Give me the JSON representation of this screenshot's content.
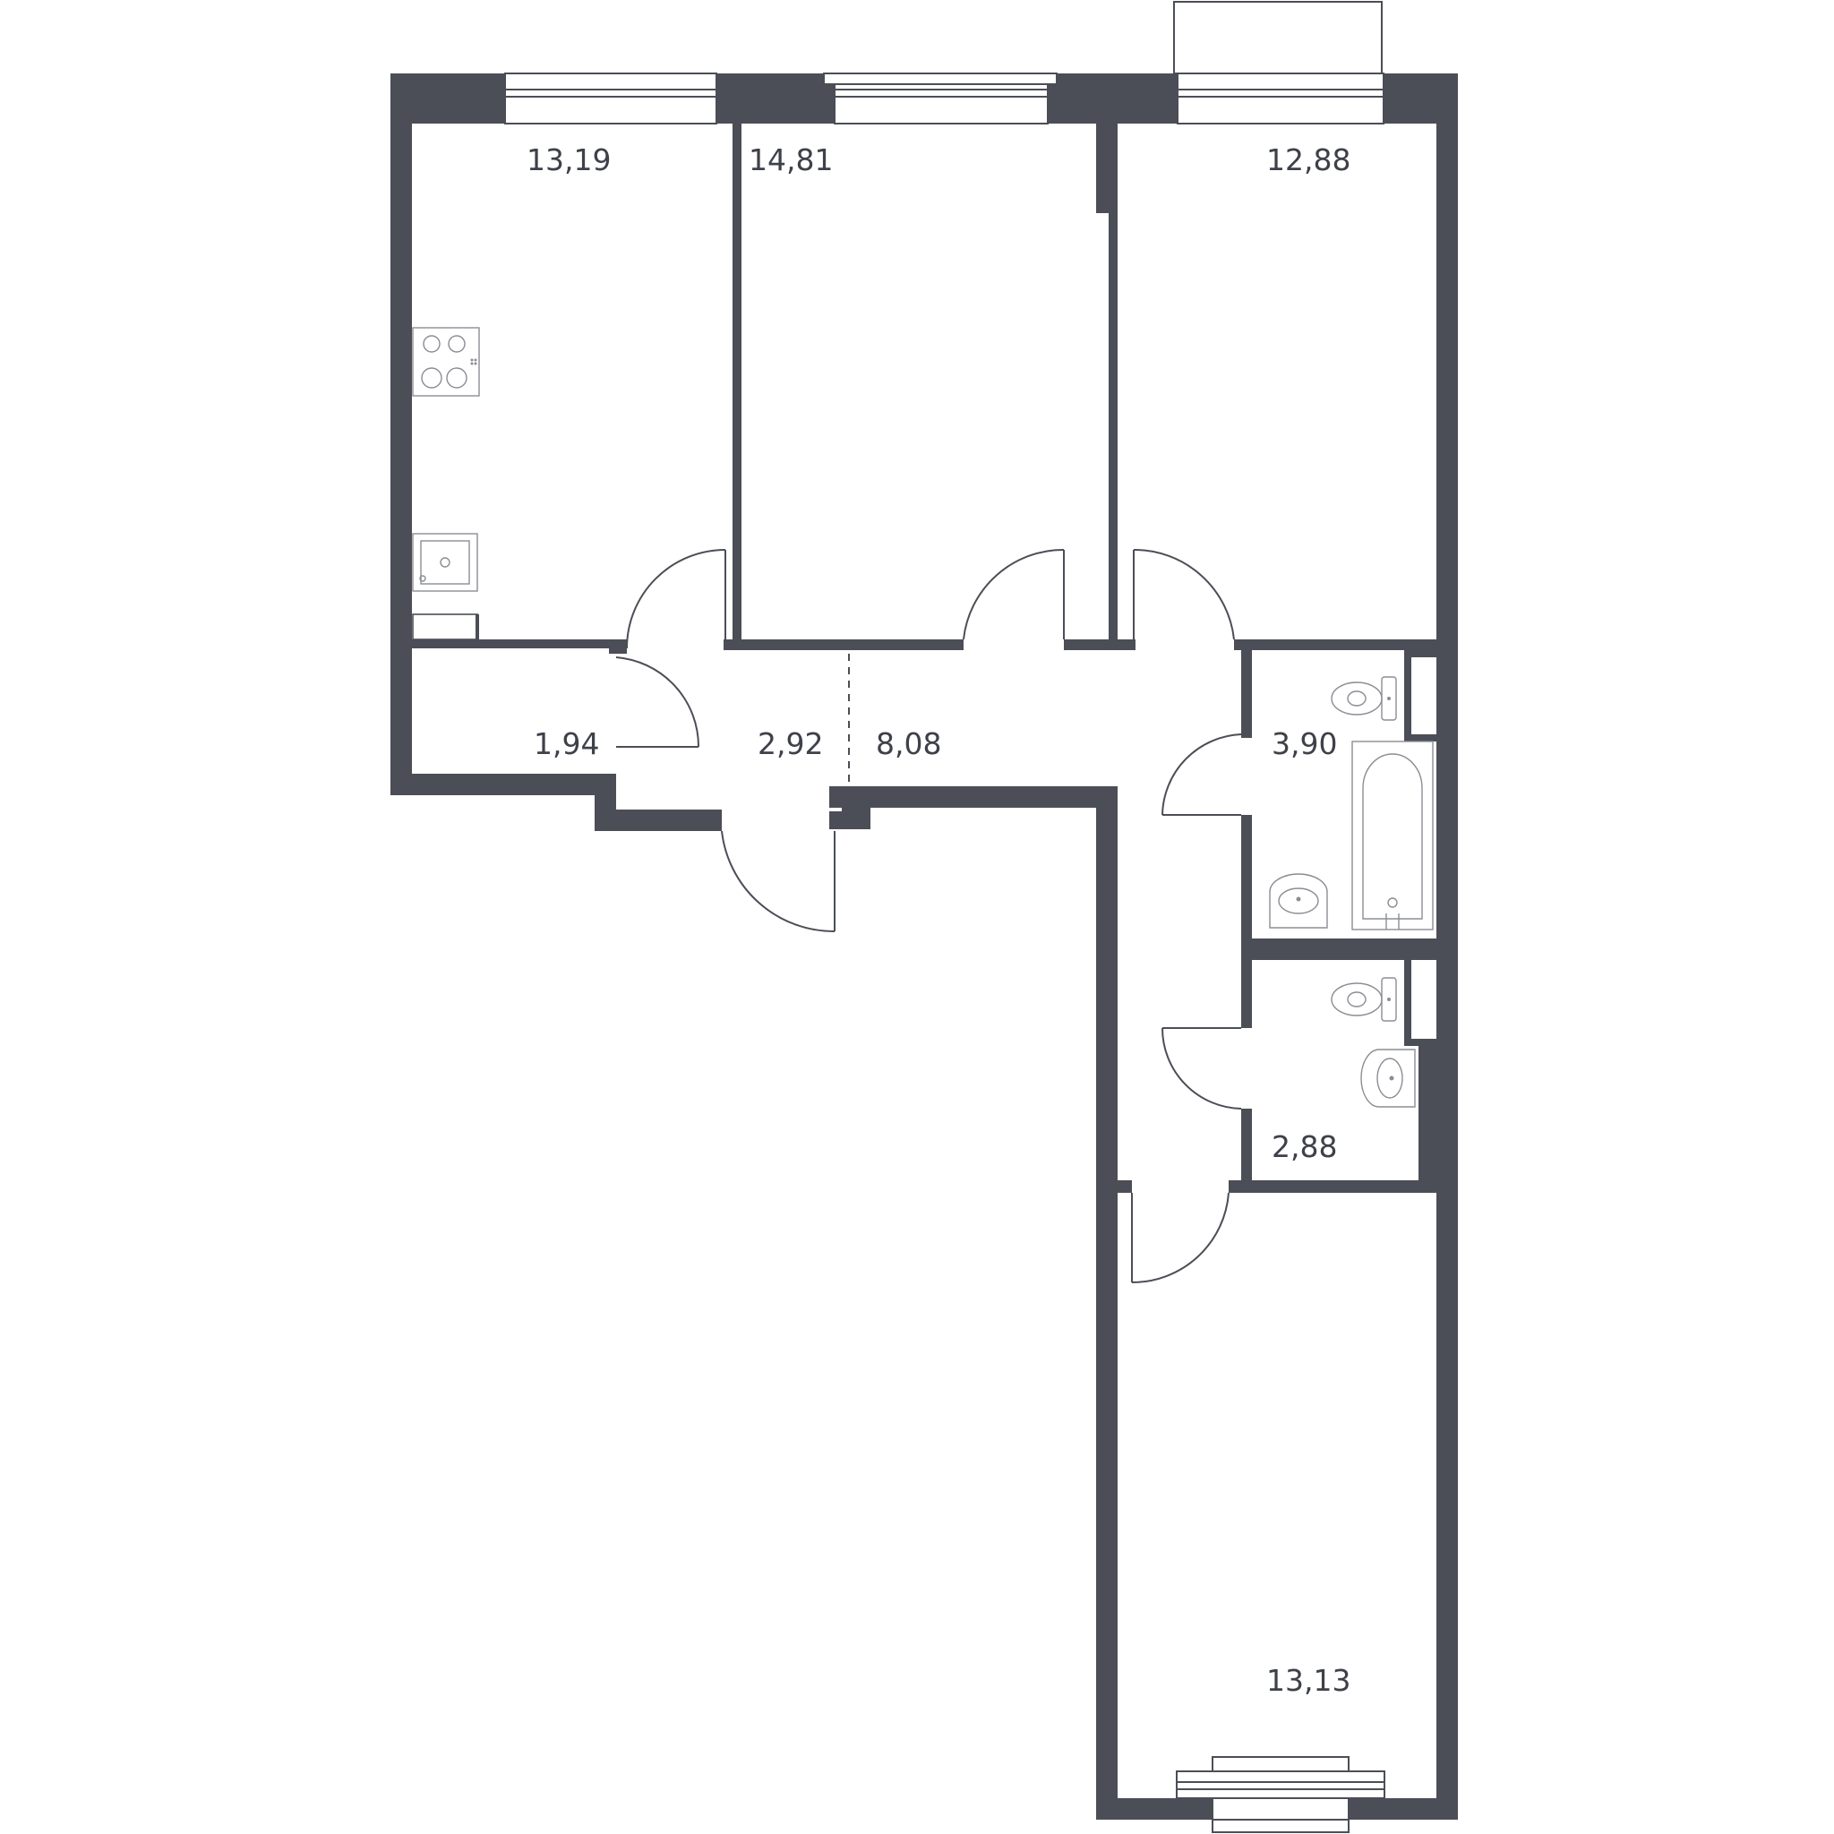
{
  "plan": {
    "colors": {
      "wall": "#4b4e56",
      "background": "#ffffff",
      "label": "#3e4149"
    },
    "rooms": [
      {
        "id": "kitchen",
        "area": "13,19"
      },
      {
        "id": "bedroom-middle",
        "area": "14,81"
      },
      {
        "id": "bedroom-right",
        "area": "12,88"
      },
      {
        "id": "storage",
        "area": "1,94"
      },
      {
        "id": "entry-hall",
        "area": "2,92"
      },
      {
        "id": "corridor",
        "area": "8,08"
      },
      {
        "id": "bathroom",
        "area": "3,90"
      },
      {
        "id": "wc",
        "area": "2,88"
      },
      {
        "id": "bedroom-bottom",
        "area": "13,13"
      }
    ],
    "fixtures": [
      "cooktop-icon",
      "sink-icon",
      "toilet-icon",
      "bathtub-icon",
      "washbasin-icon"
    ]
  }
}
